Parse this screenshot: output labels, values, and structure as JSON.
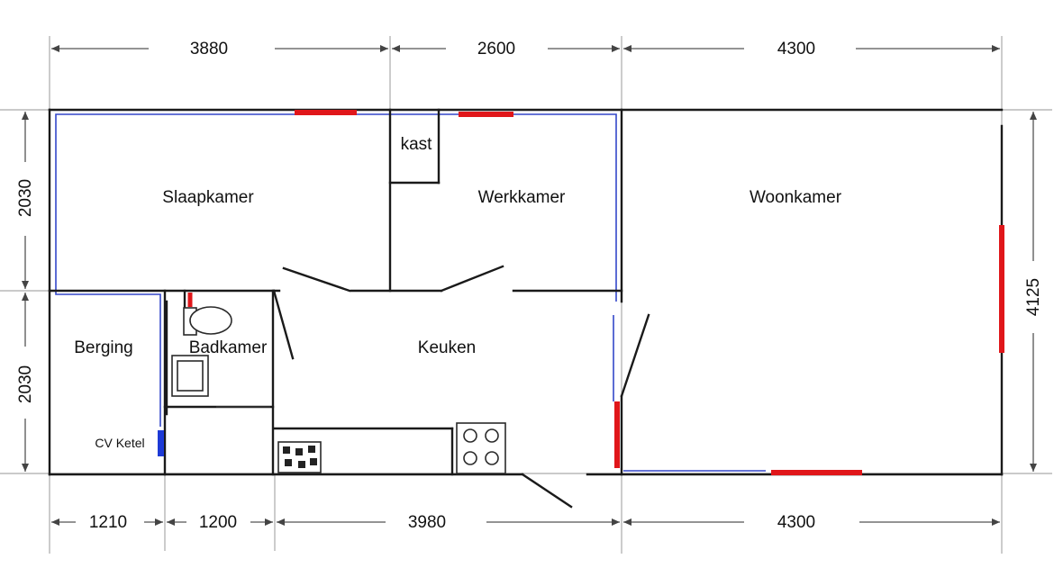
{
  "rooms": {
    "slaapkamer": "Slaapkamer",
    "kast": "kast",
    "werkkamer": "Werkkamer",
    "woonkamer": "Woonkamer",
    "berging": "Berging",
    "badkamer": "Badkamer",
    "keuken": "Keuken",
    "cv_ketel": "CV Ketel"
  },
  "dimensions": {
    "top": [
      "3880",
      "2600",
      "4300"
    ],
    "bottom": [
      "1210",
      "1200",
      "3980",
      "4300"
    ],
    "left": [
      "2030",
      "2030"
    ],
    "right": "4125"
  },
  "colors": {
    "walls": "#1a1a1a",
    "blue_line": "#3347c9",
    "red_marker": "#e0161a",
    "cv_ketel": "#1d3ad6"
  }
}
